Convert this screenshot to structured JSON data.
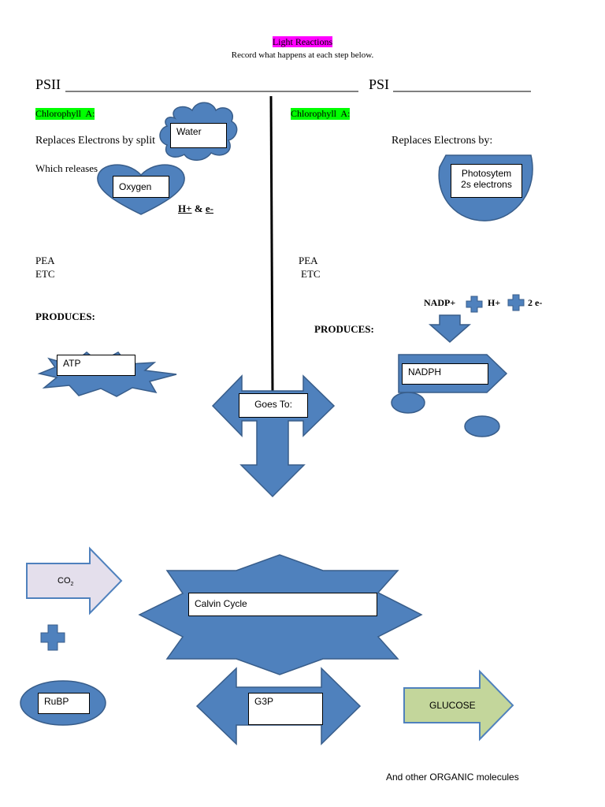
{
  "header": {
    "title": "Light Reactions",
    "subtitle": "Record what happens at each step below."
  },
  "psii": {
    "heading": "PSII",
    "chlorophyll": "Chlorophyll  A:",
    "replaces": "Replaces Electrons by split",
    "which_releases": "Which releases",
    "water_box": "Water",
    "oxygen_box": "Oxygen",
    "h_plus": "H+",
    "amp": " & ",
    "e_minus": "e-",
    "pea": "PEA",
    "etc": "ETC",
    "produces": "PRODUCES:",
    "atp_box": "ATP"
  },
  "psi": {
    "heading": "PSI",
    "chlorophyll": "Chlorophyll  A:",
    "replaces": "Replaces Electrons by:",
    "photosystem_line1": "Photosytem",
    "photosystem_line2": "2s electrons",
    "pea": "PEA",
    "etc": "ETC",
    "nadp": "NADP+",
    "h_plus": "H+",
    "two_e": "2 e-",
    "produces": "PRODUCES:",
    "nadph_box": "NADPH"
  },
  "center": {
    "goes_to_box": "Goes To:"
  },
  "calvin": {
    "co2_main": "CO",
    "co2_sub": "2",
    "calvin_box": "Calvin Cycle",
    "rubp_box": "RuBP",
    "g3p_box": "G3P",
    "glucose": "GLUCOSE",
    "footer": "And other ORGANIC molecules"
  },
  "colors": {
    "shape_fill": "#4f81bd",
    "shape_stroke": "#385d8a",
    "co2_fill": "#e4dfec",
    "glucose_fill": "#c3d69b",
    "magenta": "#ff00ff",
    "green": "#00ff00"
  }
}
